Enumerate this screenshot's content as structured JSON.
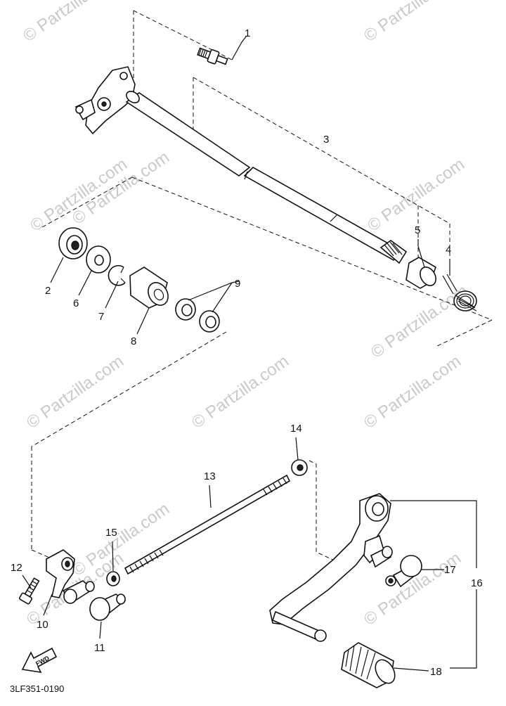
{
  "watermarks": [
    "© Partzilla.com",
    "© Partzilla.com",
    "© Partzilla.com",
    "© Partzilla.com",
    "© Partzilla.com",
    "© Partzilla.com",
    "© Partzilla.com",
    "© Partzilla.com",
    "© Partzilla.com",
    "© Partzilla.com",
    "© Partzilla.com",
    "© Partzilla.com"
  ],
  "callouts": {
    "c1": "1",
    "c2": "2",
    "c3": "3",
    "c4": "4",
    "c5": "5",
    "c6": "6",
    "c7": "7",
    "c8": "8",
    "c9": "9",
    "c10": "10",
    "c11": "11",
    "c12": "12",
    "c13": "13",
    "c14": "14",
    "c15": "15",
    "c16": "16",
    "c17": "17",
    "c18": "18"
  },
  "fwd_label": "FWD",
  "diagram_code": "3LF351-0190"
}
